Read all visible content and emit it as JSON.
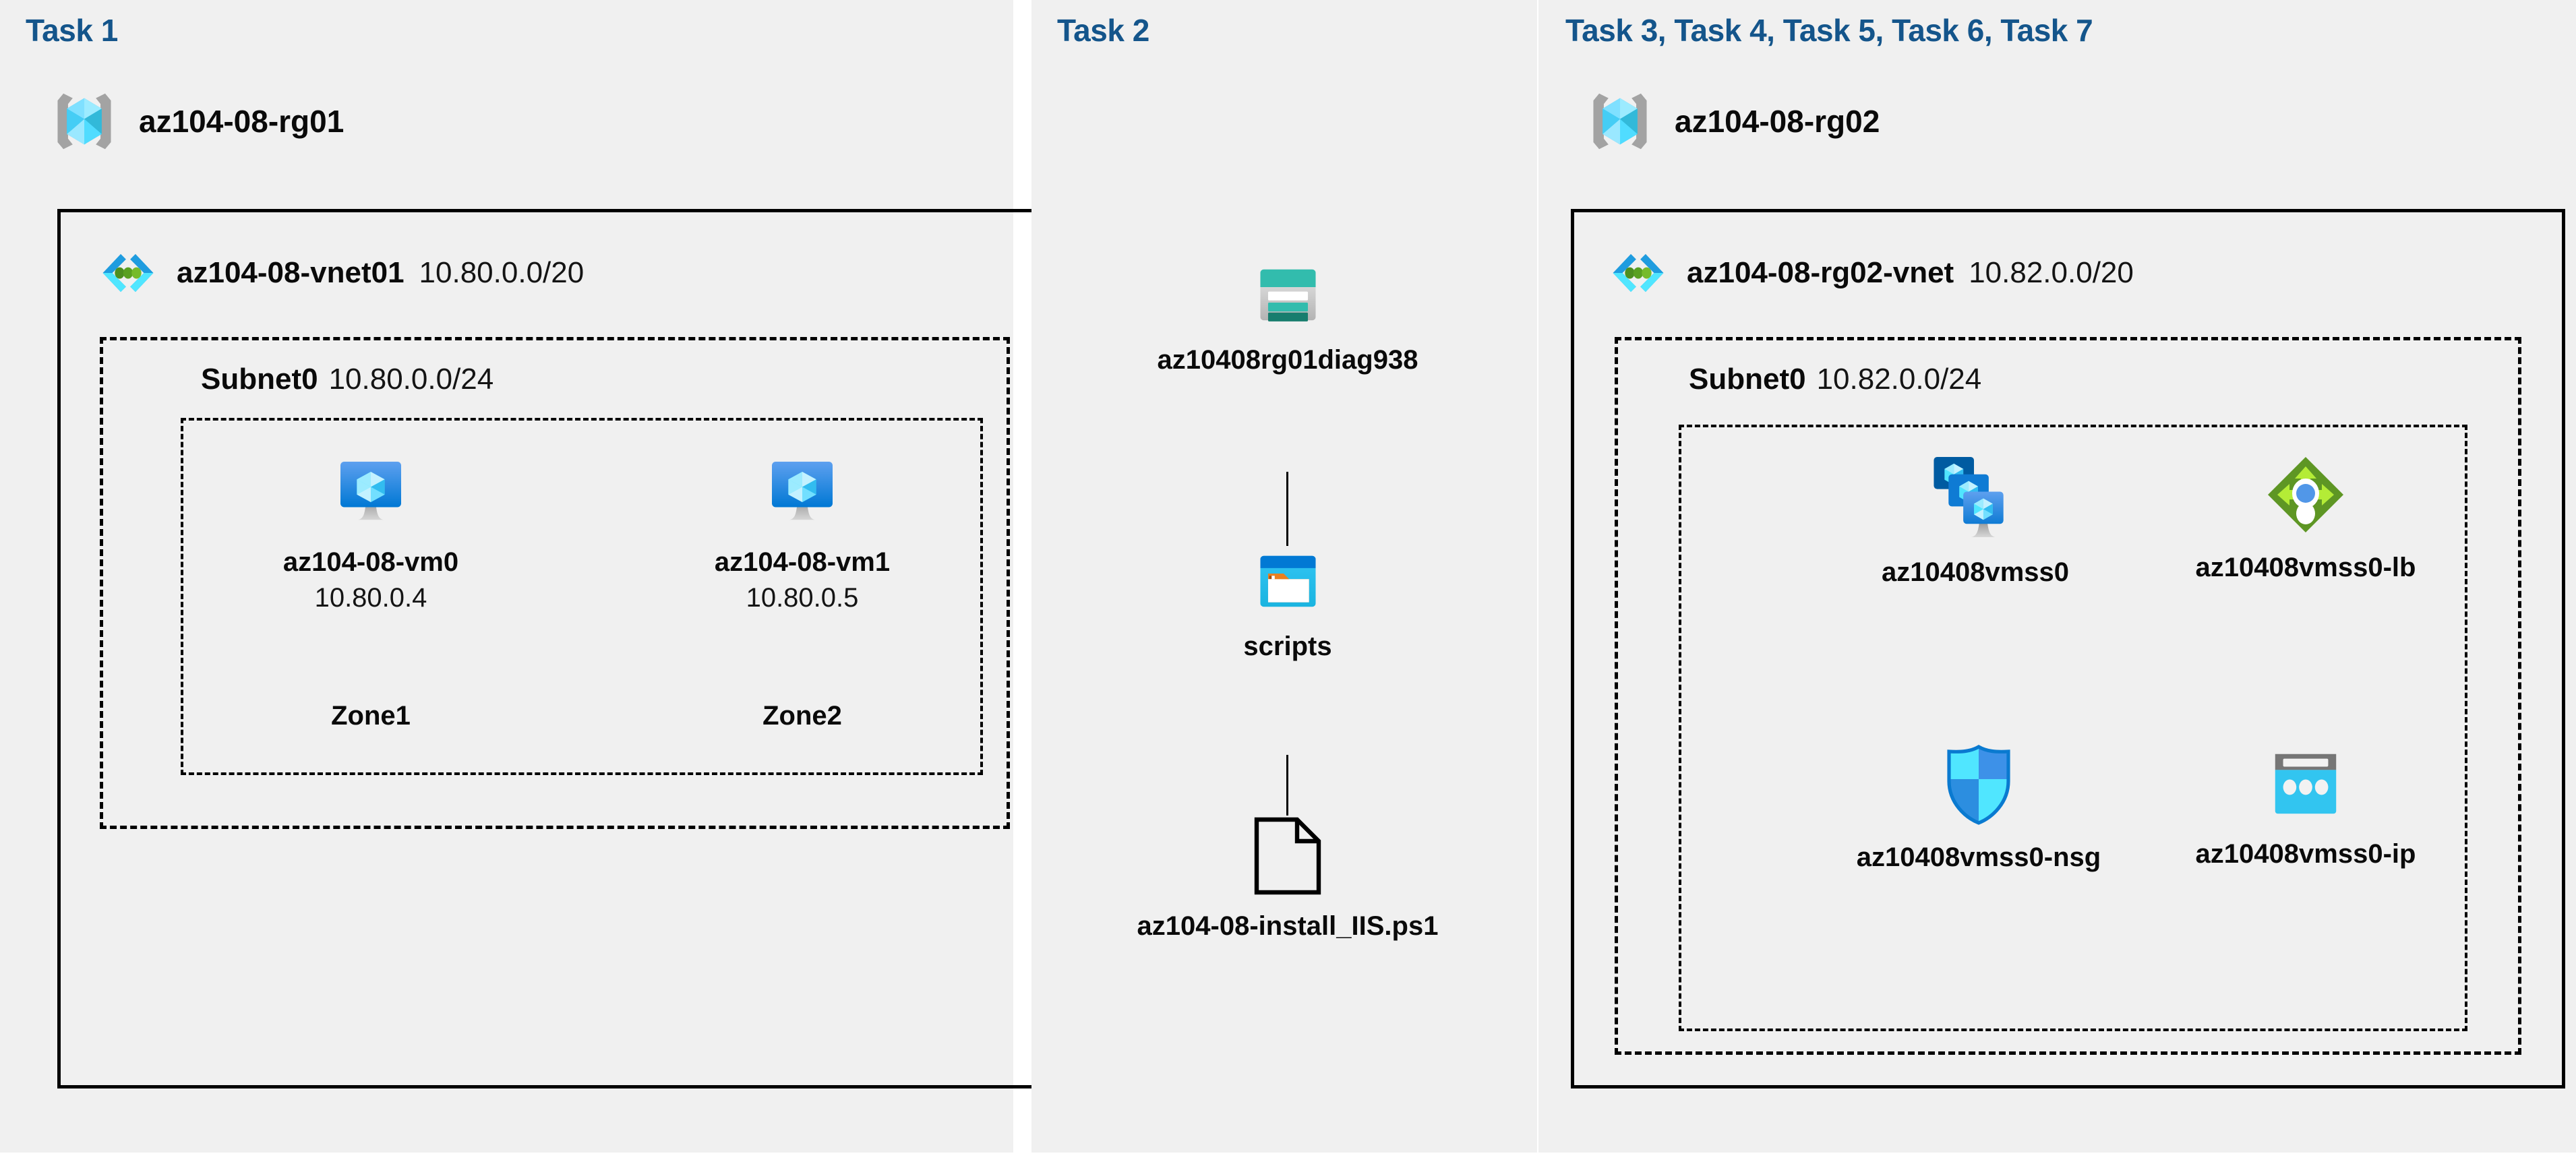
{
  "diagram": {
    "title": "Azure AZ-104 Lab 08 architecture",
    "background": "#f0f0f0",
    "accent": "#14558b"
  },
  "panels": [
    {
      "id": "panel1",
      "task_label": "Task 1",
      "resource_group": {
        "name": "az104-08-rg01",
        "icon": "resource-group-icon"
      },
      "vnet": {
        "name": "az104-08-vnet01",
        "cidr": "10.80.0.0/20",
        "icon": "virtual-network-icon"
      },
      "subnet": {
        "name": "Subnet0",
        "cidr": "10.80.0.0/24"
      },
      "vms": [
        {
          "name": "az104-08-vm0",
          "ip": "10.80.0.4",
          "zone": "Zone1",
          "icon": "virtual-machine-icon"
        },
        {
          "name": "az104-08-vm1",
          "ip": "10.80.0.5",
          "zone": "Zone2",
          "icon": "virtual-machine-icon"
        }
      ]
    },
    {
      "id": "panel2",
      "task_label": "Task 2",
      "nodes": [
        {
          "name": "az10408rg01diag938",
          "icon": "storage-account-icon"
        },
        {
          "name": "scripts",
          "icon": "blob-container-icon"
        },
        {
          "name": "az104-08-install_IIS.ps1",
          "icon": "file-icon"
        }
      ]
    },
    {
      "id": "panel3",
      "task_label": "Task 3, Task 4, Task 5, Task 6, Task 7",
      "resource_group": {
        "name": "az104-08-rg02",
        "icon": "resource-group-icon"
      },
      "vnet": {
        "name": "az104-08-rg02-vnet",
        "cidr": "10.82.0.0/20",
        "icon": "virtual-network-icon"
      },
      "subnet": {
        "name": "Subnet0",
        "cidr": "10.82.0.0/24"
      },
      "resources": [
        {
          "name": "az10408vmss0",
          "icon": "vm-scale-set-icon"
        },
        {
          "name": "az10408vmss0-lb",
          "icon": "load-balancer-icon"
        },
        {
          "name": "az10408vmss0-nsg",
          "icon": "network-security-group-icon"
        },
        {
          "name": "az10408vmss0-ip",
          "icon": "public-ip-address-icon"
        }
      ]
    }
  ],
  "colors": {
    "task_text": "#14558b",
    "panel_bg": "#f0f0f0",
    "border": "#000000",
    "azure_blue": "#0078d4",
    "azure_cyan": "#50e6ff",
    "storage_teal": "#32bcad",
    "lb_green": "#5e9624",
    "nsg_blue": "#0078d4"
  }
}
